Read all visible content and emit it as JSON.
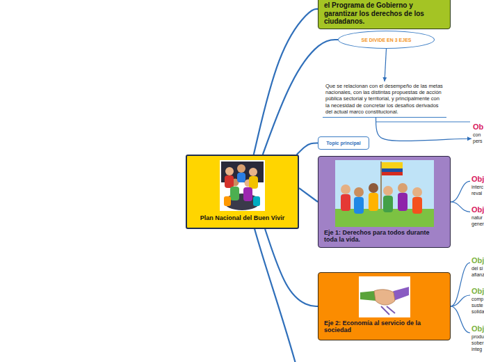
{
  "diagram": {
    "nodes": [
      {
        "text": [
          "el Programa de Gobierno y garantizar los derechos de los ciudadanos."
        ]
      },
      {
        "text": [
          "SE DIVIDE EN 3 EJES"
        ]
      },
      {
        "text": [
          "Que se relacionan con el desempeño de las metas nacionales, con las distintas propuestas de acción pública sectorial y territorial, y principalmente con la necesidad de concretar los desafíos derivados del actual marco constitucional."
        ]
      },
      {
        "text": [
          "Ob",
          "con pers"
        ]
      },
      {
        "text": [
          "Topic principal"
        ]
      },
      {
        "text": [
          "Plan Nacional del Buen Vivir"
        ]
      },
      {
        "text": [
          "Eje 1: Derechos para todos durante toda la vida."
        ]
      },
      {
        "text": [
          "Obj",
          "interc reval"
        ]
      },
      {
        "text": [
          "Obj",
          "natur gener"
        ]
      },
      {
        "text": [
          "Eje 2: Economía al servicio de la sociedad"
        ]
      },
      {
        "text": [
          "Obj",
          "del si afianz"
        ]
      },
      {
        "text": [
          "Obj",
          "comp suste solida"
        ]
      },
      {
        "text": [
          "Obj",
          "produ sober integ"
        ]
      }
    ],
    "edges": [
      {
        "from": 5,
        "to": 0,
        "arrow": "none"
      },
      {
        "from": 5,
        "to": 1,
        "arrow": "none"
      },
      {
        "from": 5,
        "to": 4,
        "arrow": "none"
      },
      {
        "from": 5,
        "to": 6,
        "arrow": "none"
      },
      {
        "from": 5,
        "to": 9,
        "arrow": "none"
      },
      {
        "from": 1,
        "to": 2,
        "arrow": "to"
      },
      {
        "from": 2,
        "to": 3,
        "arrow": "to"
      },
      {
        "from": 6,
        "to": 7,
        "arrow": "none"
      },
      {
        "from": 6,
        "to": 8,
        "arrow": "none"
      },
      {
        "from": 9,
        "to": 10,
        "arrow": "none"
      },
      {
        "from": 9,
        "to": 11,
        "arrow": "none"
      },
      {
        "from": 9,
        "to": 12,
        "arrow": "none"
      }
    ]
  }
}
